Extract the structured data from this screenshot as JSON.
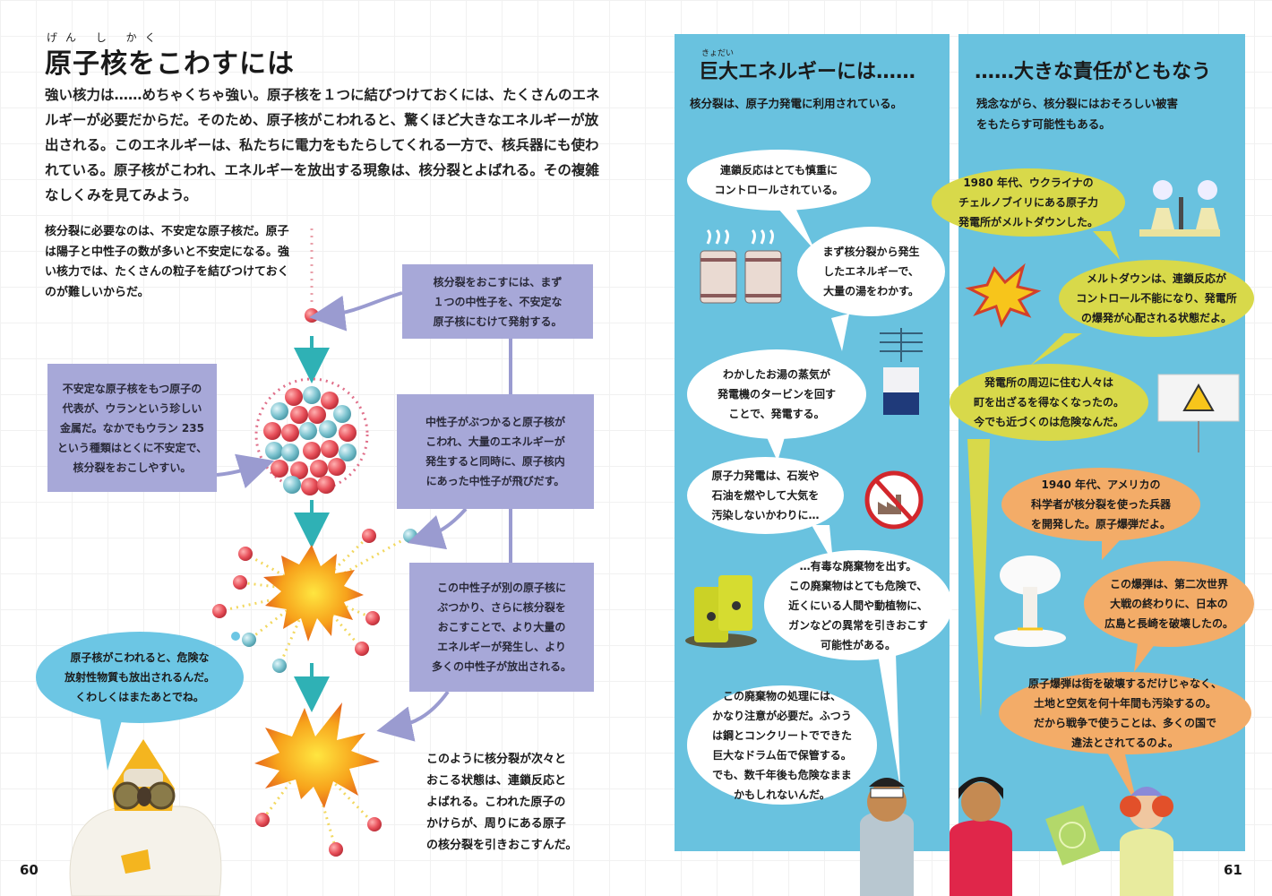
{
  "left_page": {
    "title_ruby": "げん し かく",
    "title": "原子核をこわすには",
    "intro": "強い核力は……めちゃくちゃ強い。原子核を１つに結びつけておくには、たくさんのエネルギーが必要だからだ。そのため、原子核がこわれると、驚くほど大きなエネルギーが放出される。このエネルギーは、私たちに電力をもたらしてくれる一方で、核兵器にも使われている。原子核がこわれ、エネルギーを放出する現象は、核分裂とよばれる。その複雑なしくみを見てみよう。",
    "side_note": "核分裂に必要なのは、不安定な原子核だ。原子は陽子と中性子の数が多いと不安定になる。強い核力では、たくさんの粒子を結びつけておくのが難しいからだ。",
    "diagram": {
      "step1": "核分裂をおこすには、まず\n１つの中性子を、不安定な\n原子核にむけて発射する。",
      "uranium_note": "不安定な原子核をもつ原子の\n代表が、ウランという珍しい\n金属だ。なかでもウラン 235\nという種類はとくに不安定で、\n核分裂をおこしやすい。",
      "step2": "中性子がぶつかると原子核が\nこわれ、大量のエネルギーが\n発生すると同時に、原子核内\nにあった中性子が飛びだす。",
      "step3": "この中性子が別の原子核に\nぶつかり、さらに核分裂を\nおこすことで、より大量の\nエネルギーが発生し、より\n多くの中性子が放出される。",
      "chain_reaction": "このように核分裂が次々と\nおこる状態は、連鎖反応と\nよばれる。こわれた原子の\nかけらが、周りにある原子\nの核分裂を引きおこすんだ。"
    },
    "character_bubble": "原子核がこわれると、危険な\n放射性物質も放出されるんだ。\nくわしくはまたあとでね。",
    "page_number": "60"
  },
  "right_page": {
    "left_panel": {
      "title_ruby": "きょだい",
      "title": "巨大エネルギーには……",
      "subtitle": "核分裂は、原子力発電に利用されている。",
      "bubbles": [
        "連鎖反応はとても慎重に\nコントロールされている。",
        "まず核分裂から発生\nしたエネルギーで、\n大量の湯をわかす。",
        "わかしたお湯の蒸気が\n発電機のタービンを回す\nことで、発電する。",
        "原子力発電は、石炭や\n石油を燃やして大気を\n汚染しないかわりに…",
        "…有毒な廃棄物を出す。\nこの廃棄物はとても危険で、\n近くにいる人間や動植物に、\nガンなどの異常を引きおこす\n可能性がある。",
        "この廃棄物の処理には、\nかなり注意が必要だ。ふつう\nは鋼とコンクリートでできた\n巨大なドラム缶で保管する。\nでも、数千年後も危険なまま\nかもしれないんだ。"
      ]
    },
    "right_panel": {
      "title": "……大きな責任がともなう",
      "subtitle": "残念ながら、核分裂にはおそろしい被害\nをもたらす可能性もある。",
      "bubbles": [
        "1980 年代、ウクライナの\nチェルノブイリにある原子力\n発電所がメルトダウンした。",
        "メルトダウンは、連鎖反応が\nコントロール不能になり、発電所\nの爆発が心配される状態だよ。",
        "発電所の周辺に住む人々は\n町を出ざるを得なくなったの。\n今でも近づくのは危険なんだ。",
        "1940 年代、アメリカの\n科学者が核分裂を使った兵器\nを開発した。原子爆弾だよ。",
        "この爆弾は、第二次世界\n大戦の終わりに、日本の\n広島と長崎を破壊したの。",
        "原子爆弾は街を破壊するだけじゃなく、\n土地と空気を何十年間も汚染するの。\nだから戦争で使うことは、多くの国で\n違法とされてるのよ。"
      ]
    },
    "page_number": "61"
  },
  "colors": {
    "purple_box": "#a7a8d8",
    "panel_blue": "#69c2df",
    "bubble_blue": "#6cc6e4",
    "bubble_yellow": "#d8d94a",
    "bubble_orange": "#f3ac68",
    "arrow_teal": "#2fb1b5",
    "arrow_purple": "#9a9bd0",
    "proton_red": "#e8505a",
    "neutron_blue": "#7cc3cf",
    "explosion": "#f7a21b"
  }
}
